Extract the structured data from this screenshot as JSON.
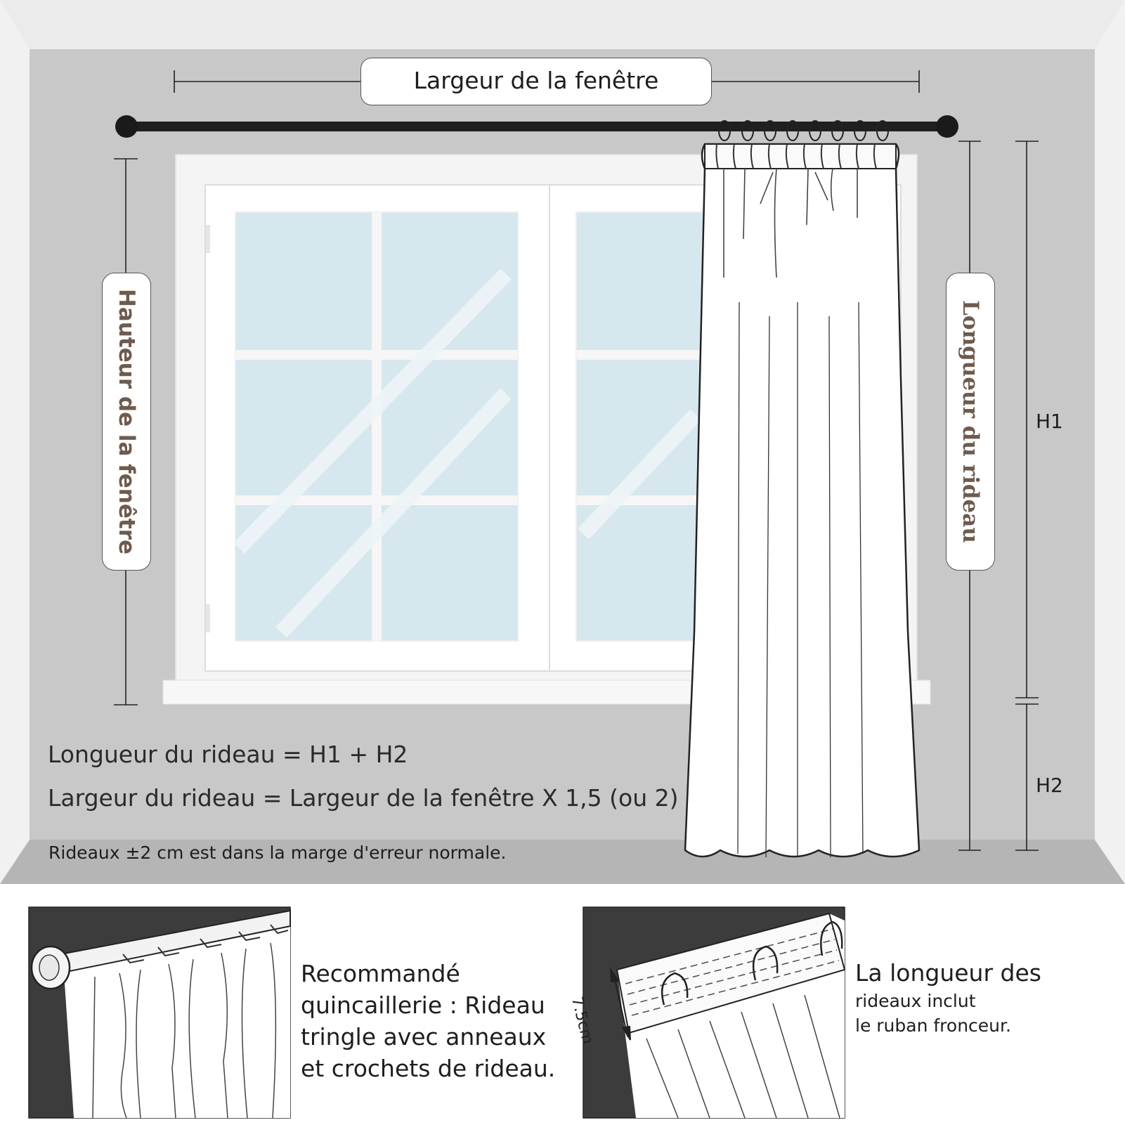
{
  "labels": {
    "window_width": "Largeur de la fenêtre",
    "window_height": "Hauteur de la fenêtre",
    "curtain_length": "Longueur du rideau",
    "h1": "H1",
    "h2": "H2"
  },
  "formulas": {
    "length": "Longueur du rideau = H1 + H2",
    "width": "Largeur du rideau = Largeur de la fenêtre X 1,5 (ou 2)",
    "tolerance": "Rideaux ±2 cm est dans la marge d'erreur normale."
  },
  "panels": {
    "hardware": {
      "lines": [
        "Recommandé",
        "quincaillerie : Rideau",
        "tringle avec anneaux",
        "et crochets de rideau."
      ]
    },
    "tape": {
      "dimension": "7.5cm",
      "lines": [
        "La longueur des",
        "rideaux inclut",
        "le ruban fronceur."
      ]
    }
  },
  "colors": {
    "wall": "#c8c8c8",
    "glass": "#d6e7ee",
    "accent_text": "#6e5b4f",
    "dark_panel": "#3c3c3c"
  }
}
